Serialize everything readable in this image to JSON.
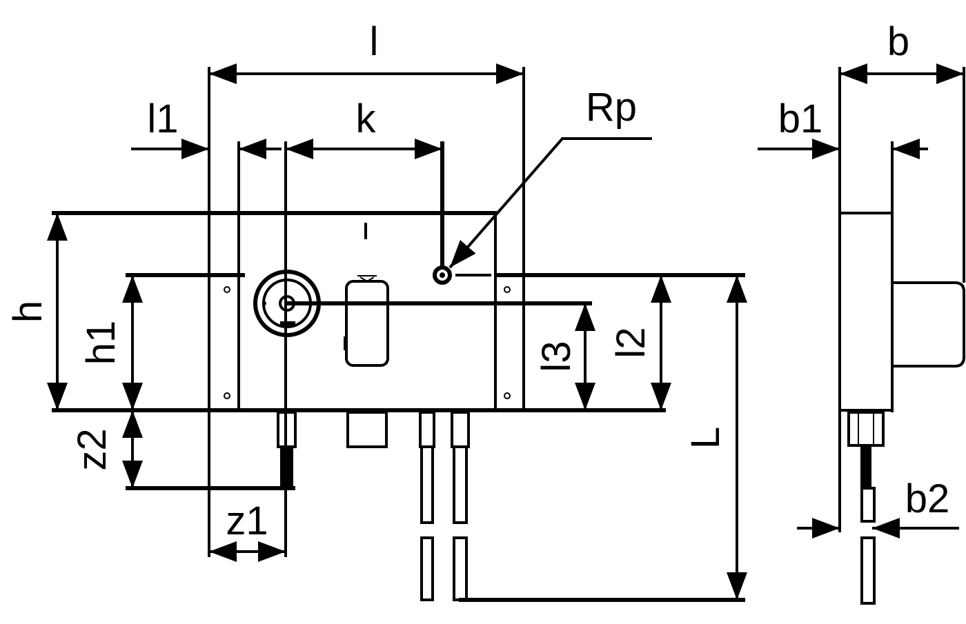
{
  "labels": {
    "l": "l",
    "l1": "l1",
    "k": "k",
    "rp": "Rp",
    "h": "h",
    "h1": "h1",
    "l3": "l3",
    "l2": "l2",
    "z2": "z2",
    "z1": "z1",
    "L": "L",
    "b": "b",
    "b1": "b1",
    "b2": "b2"
  },
  "colors": {
    "line": "#000000",
    "background": "#ffffff"
  }
}
